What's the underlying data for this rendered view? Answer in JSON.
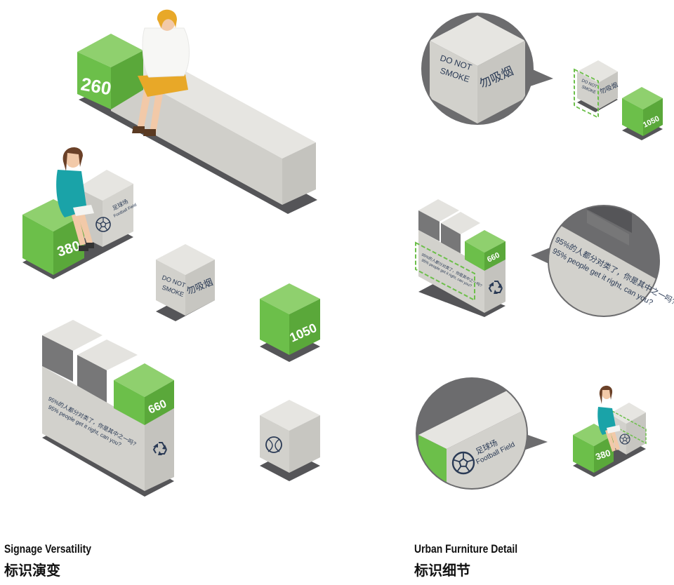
{
  "colors": {
    "green_top": "#8fd06e",
    "green_front": "#6cbf4a",
    "green_side": "#5aa83a",
    "grey_top": "#e4e3df",
    "grey_left": "#d2d1cc",
    "grey_right": "#c7c6c1",
    "shadow": "#555558",
    "magnifier": "#6c6c6e",
    "ink": "#2a3a55"
  },
  "sections": {
    "left": {
      "title_en": "Signage Versatility",
      "title_zh": "标识演变"
    },
    "right": {
      "title_en": "Urban Furniture Detail",
      "title_zh": "标识细节"
    }
  },
  "labels": {
    "num_260": "260",
    "num_380": "380",
    "num_1050": "1050",
    "num_660": "660",
    "no_smoke_en_1": "DO NOT",
    "no_smoke_en_2": "SMOKE",
    "no_smoke_zh": "勿吸烟",
    "football_zh": "足球场",
    "football_en": "Football Field",
    "recycle_zh": "95%的人都分对类了，你是其中之一吗?",
    "recycle_en": "95% people get it right, can you?"
  },
  "icons": [
    "soccer-ball-icon",
    "tennis-ball-icon",
    "recycle-icon"
  ]
}
